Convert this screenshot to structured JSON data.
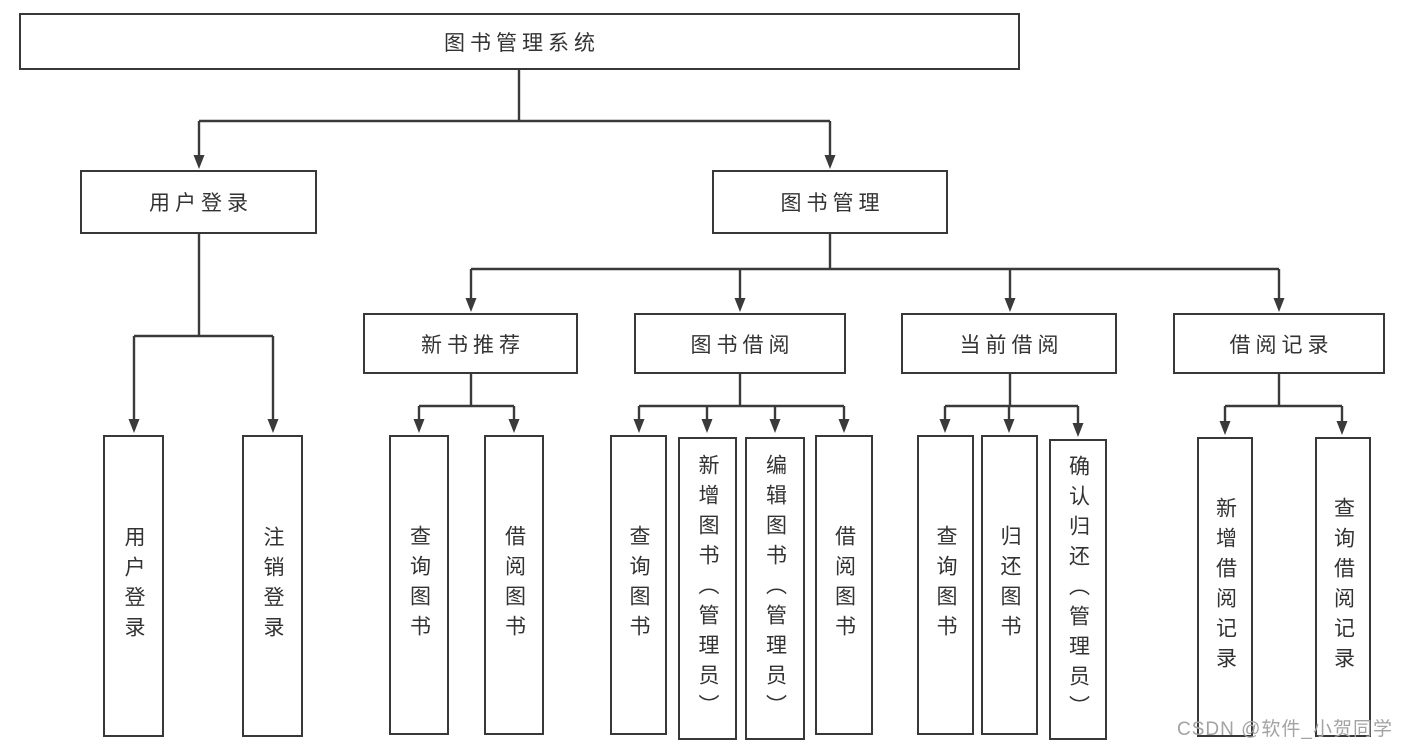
{
  "tree": {
    "label": "图书管理系统",
    "children": [
      {
        "label": "用户登录",
        "children": [
          {
            "label": "用户登录"
          },
          {
            "label": "注销登录"
          }
        ]
      },
      {
        "label": "图书管理",
        "children": [
          {
            "label": "新书推荐",
            "children": [
              {
                "label": "查询图书"
              },
              {
                "label": "借阅图书"
              }
            ]
          },
          {
            "label": "图书借阅",
            "children": [
              {
                "label": "查询图书"
              },
              {
                "label": "新增图书（管理员）"
              },
              {
                "label": "编辑图书（管理员）"
              },
              {
                "label": "借阅图书"
              }
            ]
          },
          {
            "label": "当前借阅",
            "children": [
              {
                "label": "查询图书"
              },
              {
                "label": "归还图书"
              },
              {
                "label": "确认归还（管理员）"
              }
            ]
          },
          {
            "label": "借阅记录",
            "children": [
              {
                "label": "新增借阅记录"
              },
              {
                "label": "查询借阅记录"
              }
            ]
          }
        ]
      }
    ]
  },
  "watermark": {
    "text": "CSDN @软件_小贺同学"
  },
  "colors": {
    "line": "#3a3a3a",
    "box_border": "#383838",
    "box_fill": "#ffffff",
    "text": "#333333",
    "watermark": "#a3a3a3",
    "background": "#ffffff"
  }
}
